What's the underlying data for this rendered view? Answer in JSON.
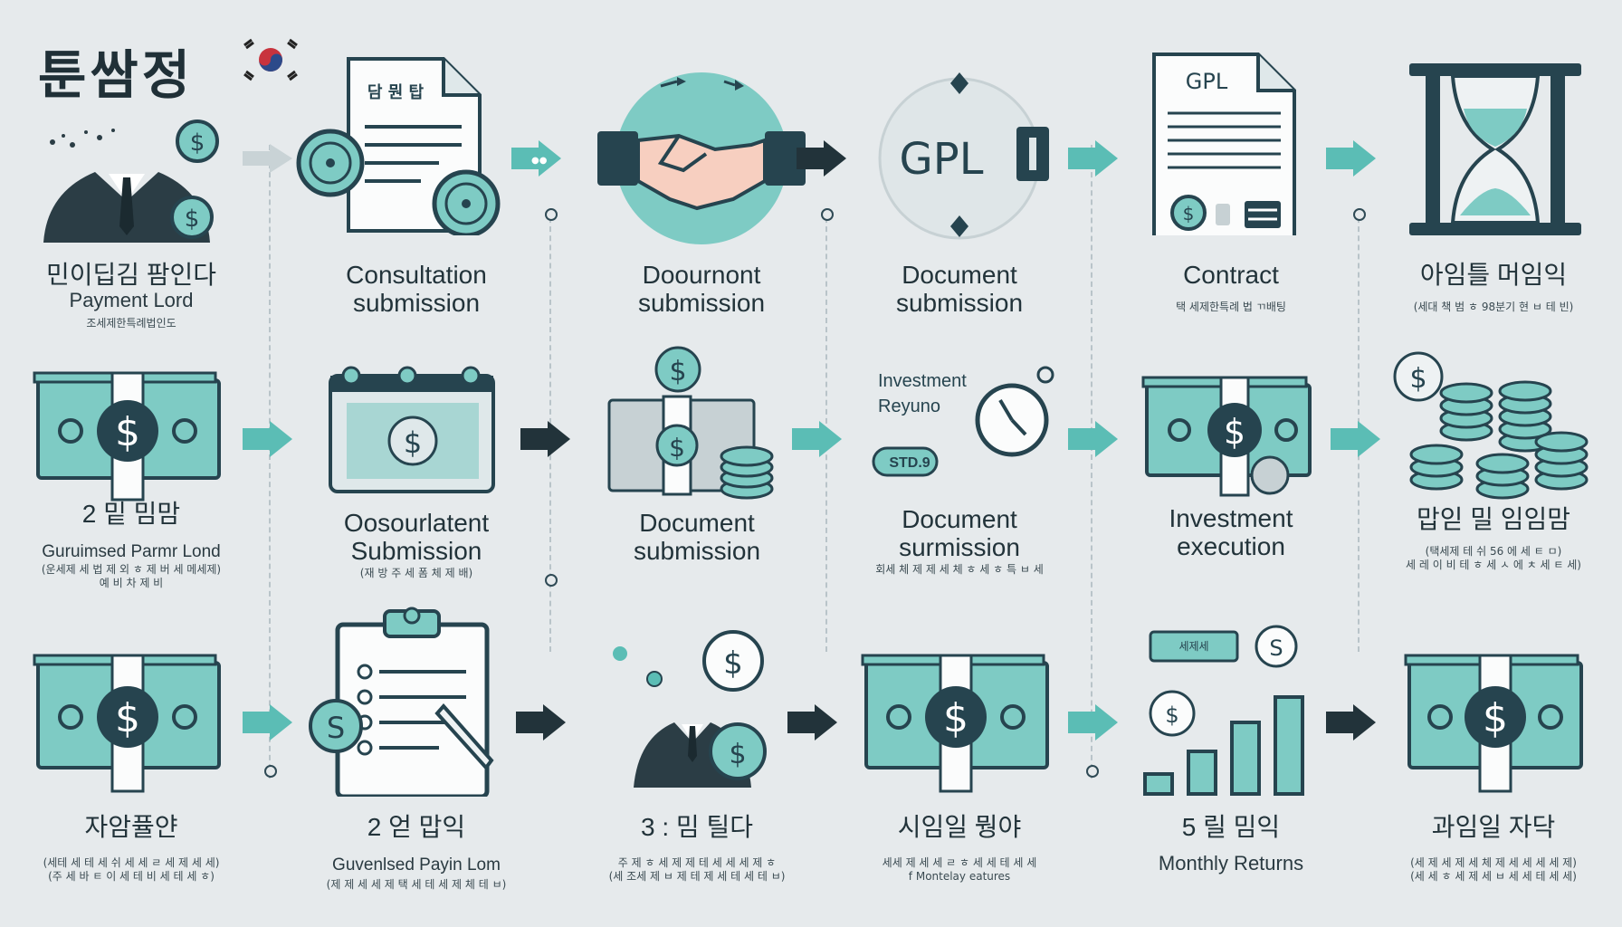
{
  "header": {
    "title": "툰쌈정"
  },
  "colors": {
    "teal": "#7ecbc4",
    "dark": "#26444f",
    "bg": "#e6eaec",
    "arrow_teal": "#5bbdb5",
    "arrow_dark": "#22333a"
  },
  "rows": [
    {
      "steps": [
        {
          "icon": "businessman-with-coins-icon",
          "label": "민이딥김 팜인다",
          "sublabel": "Payment Lord",
          "note": "조세제한특례법인도 "
        },
        {
          "icon": "consultation-document-icon",
          "label": "Consultation\nsubmission",
          "doc_heading": "담 뭔 탑",
          "note": ""
        },
        {
          "icon": "handshake-icon",
          "label": "Doournont\nsubmission",
          "note": ""
        },
        {
          "icon": "gpl-circle-icon",
          "label": "Document\nsubmission",
          "circle_text": "GPL",
          "note": ""
        },
        {
          "icon": "contract-document-icon",
          "label": "Contract",
          "doc_heading": "GPL",
          "note": "택 세제한특례 법 ㄲ배팅"
        },
        {
          "icon": "hourglass-icon",
          "label": "아임틀 머임익",
          "note": "(세대 책 범 ㅎ 98분기 현 ㅂ 테 빈)"
        }
      ]
    },
    {
      "steps": [
        {
          "icon": "money-stack-icon",
          "label": "2 밑 밈맘",
          "sublabel": "Guruimsed Parmr Lond",
          "note": "(운세제 세 법 제 외 ㅎ 제 버 세 메세제)\n예 비 차 제 비 "
        },
        {
          "icon": "calendar-payment-icon",
          "label": "Oosourlatent\nSubmission",
          "note": "(재 방 주 세 폼 체 제 배)"
        },
        {
          "icon": "money-coins-icon",
          "label": "Document\nsubmission",
          "note": ""
        },
        {
          "icon": "investment-clock-icon",
          "label": "Document\nsurmission",
          "overlay_line1": "Investment",
          "overlay_line2": "Reyuno",
          "badge": "STD.9",
          "note": "회세 체 제 제 세 체 ㅎ 세 ㅎ 특 ㅂ 세"
        },
        {
          "icon": "money-coin-icon",
          "label": "Investment\nexecution",
          "note": ""
        },
        {
          "icon": "coin-stacks-icon",
          "label": "맙읻 밀 임임맘",
          "note": "(택세제 테 쉬 56 에 세 ㅌ ㅁ)\n세 레 이 비 테 ㅎ 세 ㅅ 에 ㅊ 세 ㅌ 세)"
        }
      ]
    },
    {
      "steps": [
        {
          "icon": "money-stack-icon",
          "label": "자암퓰얀",
          "note": "(세테 세 테 세 쉬 세 세 ㄹ 세 제 세 세)\n(주 세 바 ㅌ 이 세 테 비 세 테 세 ㅎ)"
        },
        {
          "icon": "checklist-clipboard-icon",
          "label": "2 얻 맙익",
          "sublabel": "Guvenlsed Payin Lom",
          "note": "(제 제 세 세 제 택 세 테 세 제 체 테 ㅂ)"
        },
        {
          "icon": "businessman-coins-icon",
          "label": "3 : 밈 틸다",
          "note": "주 제 ㅎ 세 제 제 테 세 세 세 제 ㅎ\n(세 조세 제 ㅂ 제 테 제 세 테 세 테 ㅂ)"
        },
        {
          "icon": "money-stack-icon",
          "label": "시임일 뭥야",
          "note": "세세 제 세 세 ㄹ ㅎ 세 세 테 세 세\nf Montelay eatures"
        },
        {
          "icon": "growth-chart-icon",
          "label": "5 릴 밈익",
          "sublabel": "Monthly Returns",
          "pill": "세제세",
          "note": ""
        },
        {
          "icon": "money-stack-icon",
          "label": "과임일 자닥",
          "note": "(세 제 세 제 세 체 제 세 세 세 세 제)\n(세 세 ㅎ 세 제 세 ㅂ 세 세 테 세 세)"
        }
      ]
    }
  ]
}
